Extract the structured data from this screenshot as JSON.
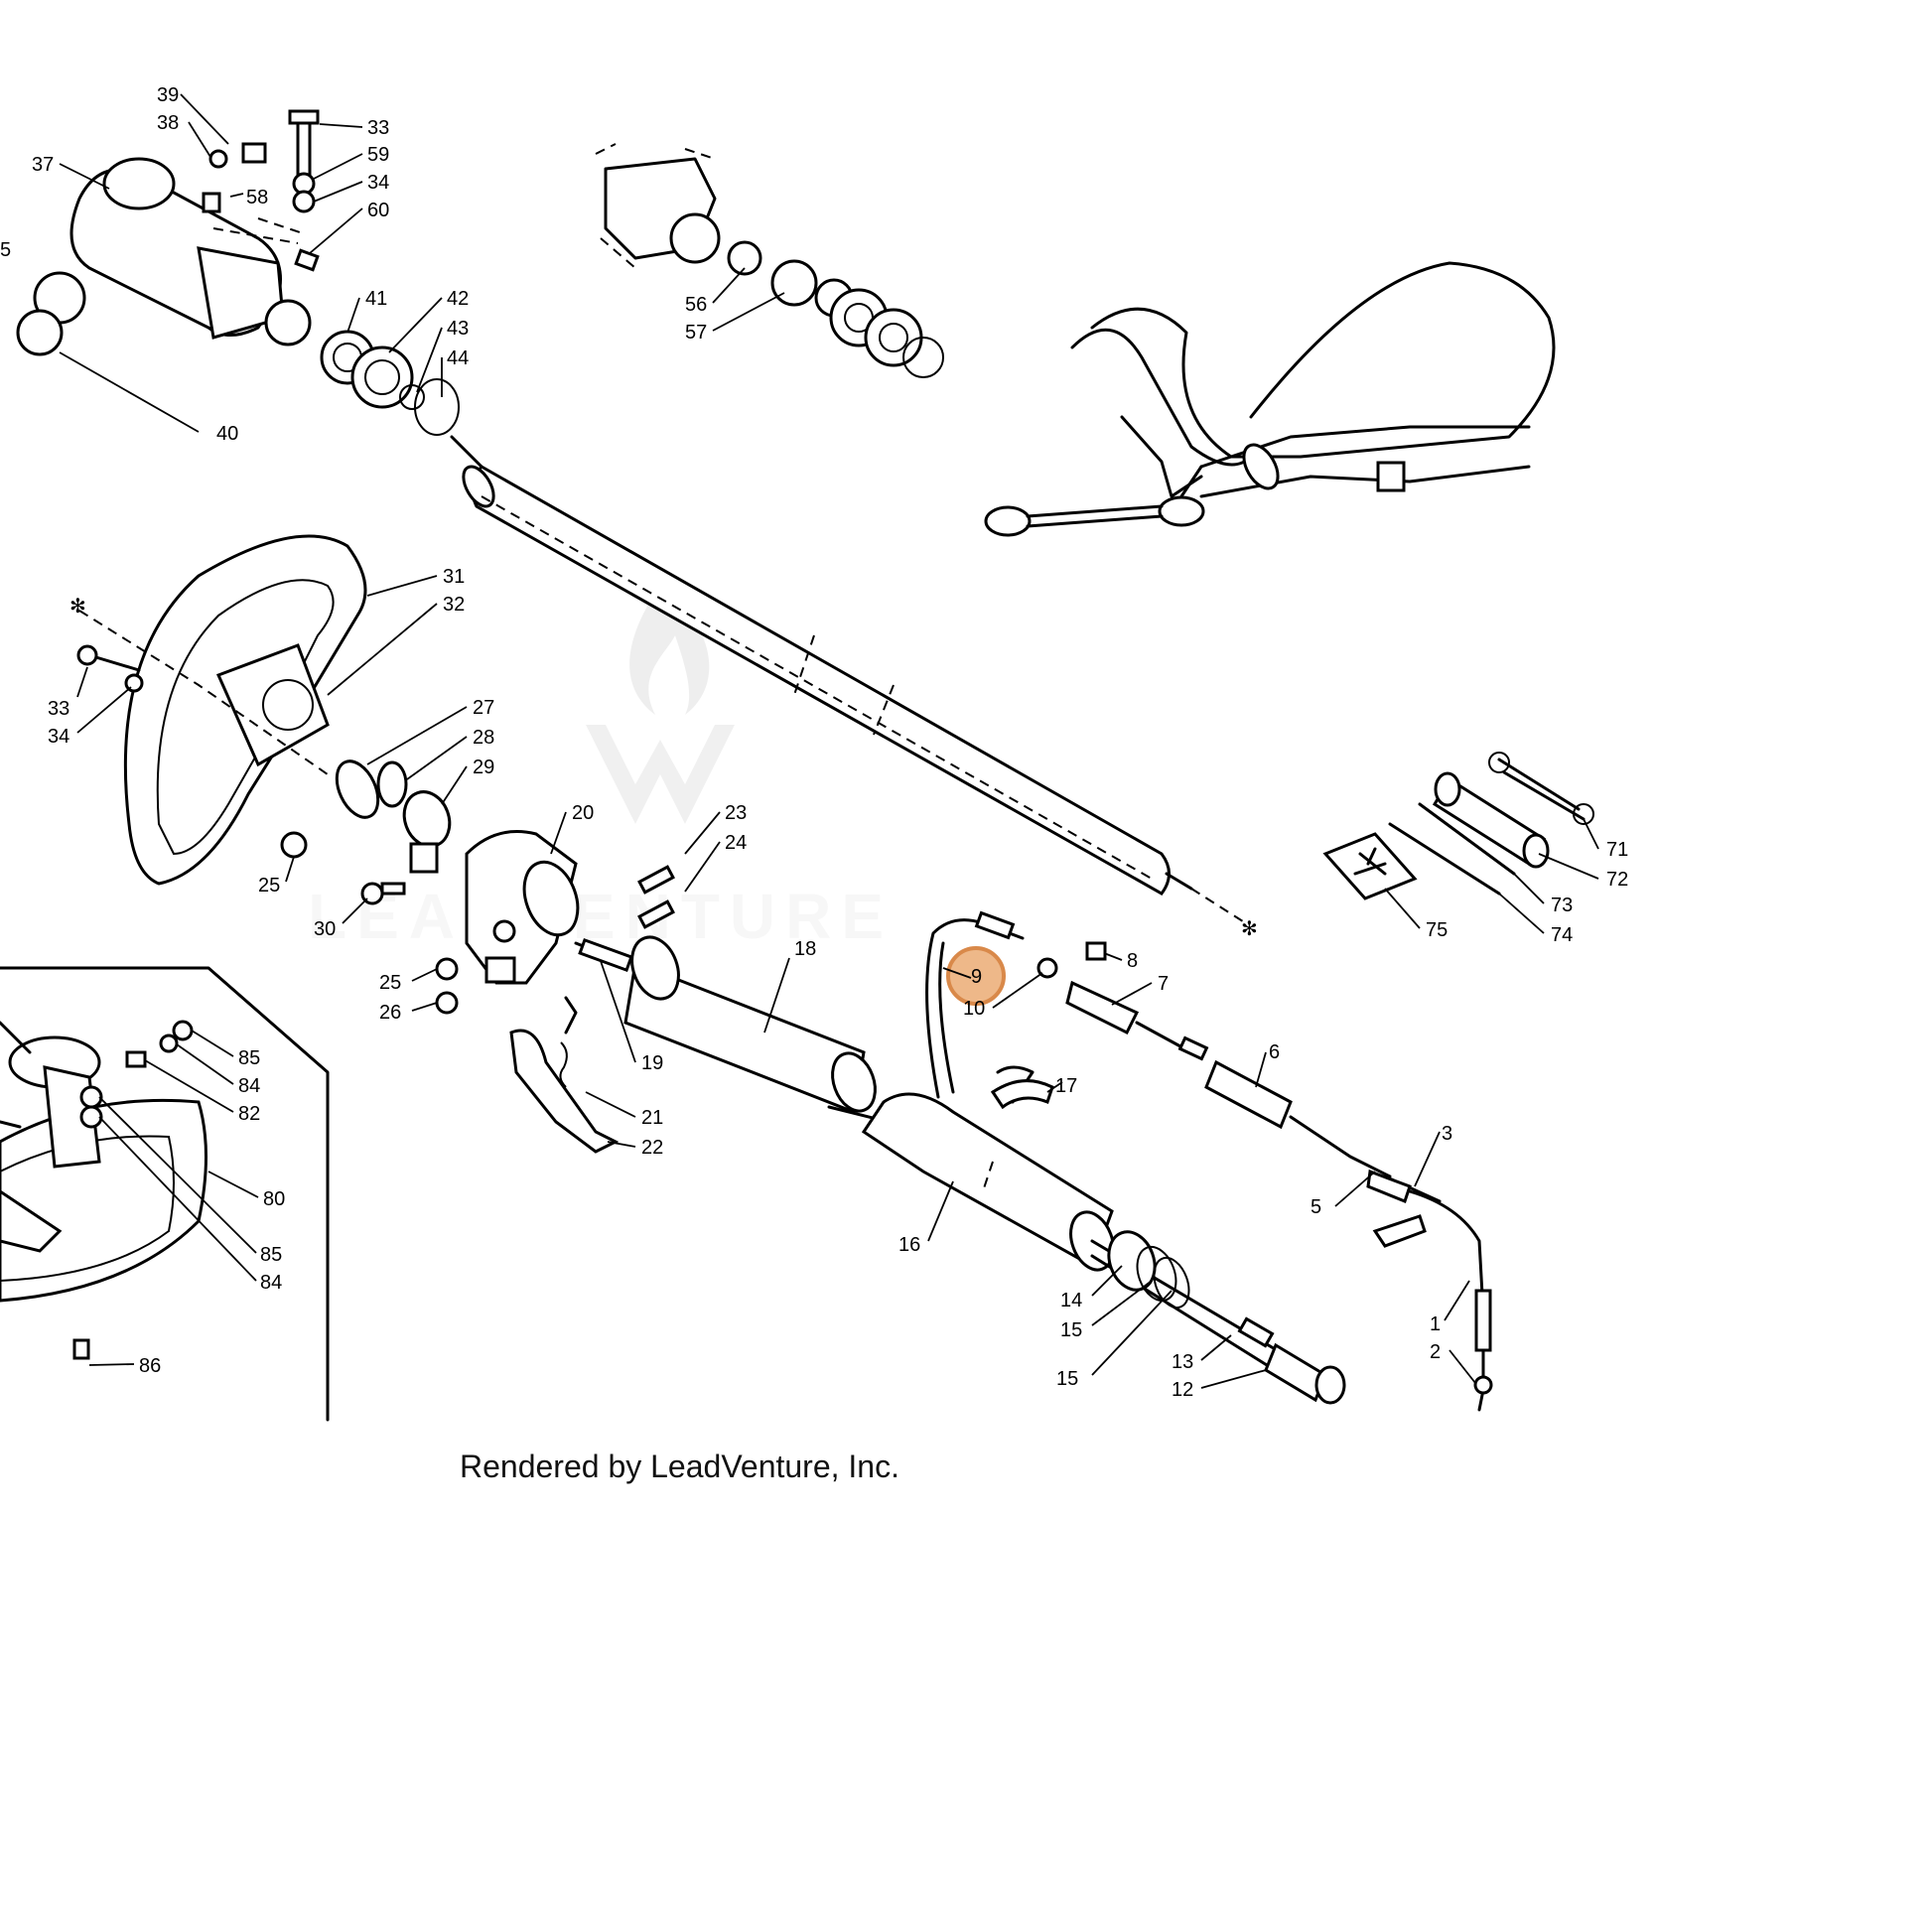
{
  "diagram": {
    "caption": "Rendered by LeadVenture, Inc.",
    "watermark": "LEADVENTURE",
    "highlight_color": "#e8a062",
    "highlighted_part": "9",
    "callouts": {
      "c39": "39",
      "c38": "38",
      "c37": "37",
      "c33a": "33",
      "c59": "59",
      "c34a": "34",
      "c58": "58",
      "c60": "60",
      "c5a": "5",
      "c41": "41",
      "c42": "42",
      "c43": "43",
      "c44": "44",
      "c40": "40",
      "c56": "56",
      "c57": "57",
      "c31": "31",
      "c32": "32",
      "c33b": "33",
      "c34b": "34",
      "c27": "27",
      "c28": "28",
      "c29": "29",
      "c20": "20",
      "c23": "23",
      "c24": "24",
      "c25a": "25",
      "c30": "30",
      "c25b": "25",
      "c26": "26",
      "c18": "18",
      "c19": "19",
      "c21": "21",
      "c22": "22",
      "c9": "9",
      "c10": "10",
      "c8": "8",
      "c7": "7",
      "c6": "6",
      "c17": "17",
      "c16": "16",
      "c3": "3",
      "c5b": "5",
      "c14": "14",
      "c15a": "15",
      "c15b": "15",
      "c13": "13",
      "c12": "12",
      "c1": "1",
      "c2": "2",
      "c71": "71",
      "c72": "72",
      "c73": "73",
      "c74": "74",
      "c75": "75",
      "c85a": "85",
      "c84a": "84",
      "c82": "82",
      "c80": "80",
      "c85b": "85",
      "c84b": "84",
      "c86": "86"
    }
  }
}
